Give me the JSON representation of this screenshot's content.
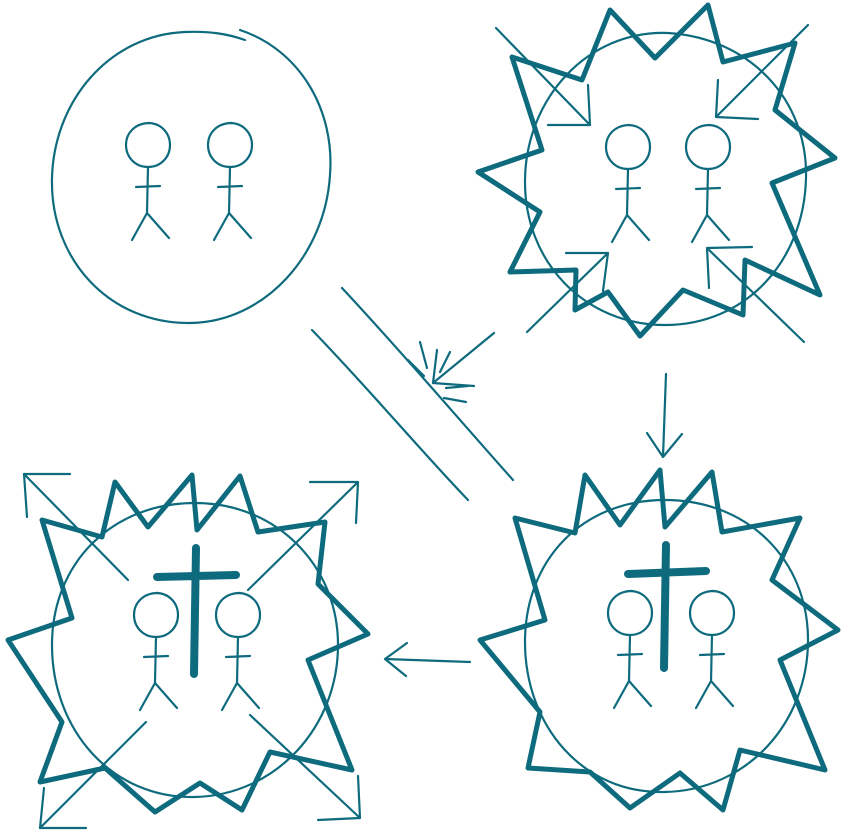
{
  "colors": {
    "stroke": "#0e6b7e",
    "background": "#ffffff"
  },
  "panels": [
    {
      "id": "couple-in-circle",
      "burst": false,
      "cross": false,
      "inward_arrows": false,
      "outward_arrows": false
    },
    {
      "id": "couple-under-pressure",
      "burst": true,
      "cross": false,
      "inward_arrows": true,
      "outward_arrows": false
    },
    {
      "id": "couple-with-cross",
      "burst": true,
      "cross": true,
      "inward_arrows": false,
      "outward_arrows": false
    },
    {
      "id": "couple-with-cross-radiating",
      "burst": true,
      "cross": true,
      "inward_arrows": false,
      "outward_arrows": true
    }
  ],
  "icons": [
    "stick-figure-icon",
    "cross-icon",
    "burst-icon",
    "arrow-icon",
    "barrier-icon"
  ]
}
